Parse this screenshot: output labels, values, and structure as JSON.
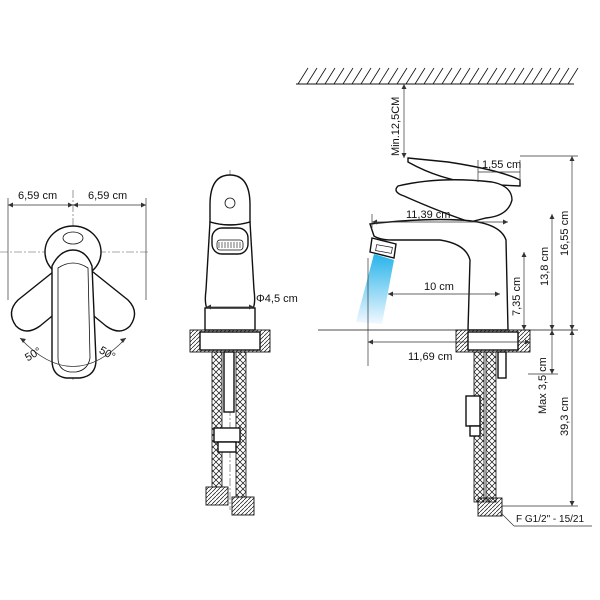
{
  "dimensions": {
    "handle_left_reach": "6,59 cm",
    "handle_right_reach": "6,59 cm",
    "angle_left": "50°",
    "angle_right": "50°",
    "body_diameter": "Φ4,5 cm",
    "min_ceiling": "Min.12,5CM",
    "handle_width": "1,55 cm",
    "spout_length": "11,39 cm",
    "stream_offset": "10 cm",
    "total_height": "16,55 cm",
    "spout_height": "13,8 cm",
    "outlet_height": "7,35 cm",
    "base_to_outlet": "11,69 cm",
    "max_counter": "Max 3,5 cm",
    "hose_length": "39,3 cm",
    "connection_thread": "F G1/2\" - 15/21"
  },
  "colors": {
    "stream_top": "#27b4ea",
    "stream_bottom": "#f2f8ff",
    "line": "#111111"
  }
}
